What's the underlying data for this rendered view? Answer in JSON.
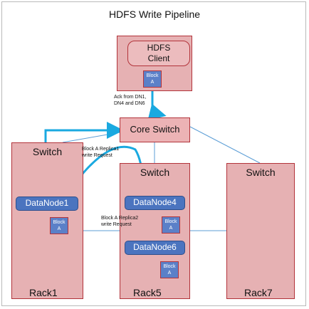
{
  "title": "HDFS Write Pipeline",
  "client": {
    "label_line1": "HDFS",
    "label_line2": "Client",
    "block": {
      "line1": "Block",
      "line2": "A"
    }
  },
  "core_switch": {
    "label": "Core Switch"
  },
  "ack_note": {
    "line1": "Ack from DN1,",
    "line2": "DN4 and DN6"
  },
  "replica1_note": {
    "line1": "Block A Replica1",
    "line2": "write Request"
  },
  "replica2_note": {
    "line1": "Block A Replica2",
    "line2": "write Request"
  },
  "racks": [
    {
      "switch_label": "Switch",
      "name": "Rack1",
      "datanodes": [
        "DataNode1"
      ],
      "block": {
        "line1": "Block",
        "line2": "A"
      }
    },
    {
      "switch_label": "Switch",
      "name": "Rack5",
      "datanodes": [
        "DataNode4",
        "DataNode6"
      ],
      "blocks": [
        {
          "line1": "Block",
          "line2": "A"
        },
        {
          "line1": "Block",
          "line2": "A"
        }
      ]
    },
    {
      "switch_label": "Switch",
      "name": "Rack7"
    }
  ],
  "colors": {
    "rack_fill": "#e6b1b3",
    "rack_border": "#b2333a",
    "datanode_fill": "#4b74bf",
    "block_fill": "#5b80c8",
    "arrow": "#1aa9e0",
    "link": "#5c9ed6"
  }
}
